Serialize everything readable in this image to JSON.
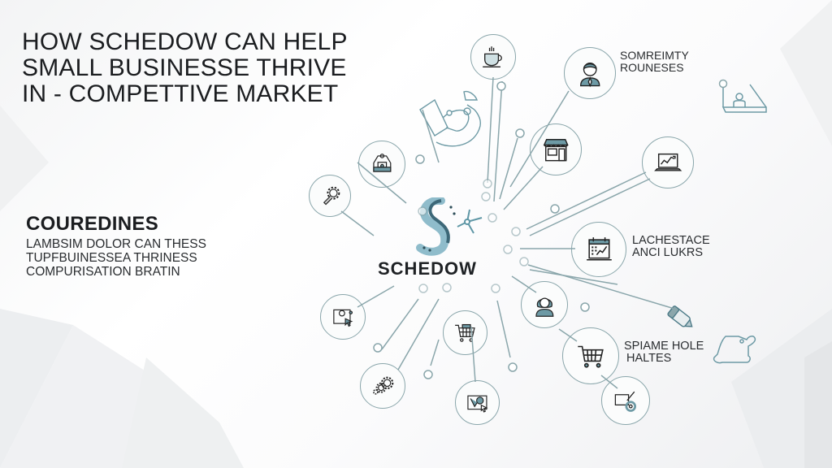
{
  "title": {
    "lines": [
      "HOW SCHEDOW CAN HELP",
      "SMALL BUSINESSE THRIVE",
      "IN - COMPETTIVE MARKET"
    ]
  },
  "section": {
    "heading": "COUREDINES",
    "body_lines": [
      "LAMBSIM DOLOR CAN THESS",
      "TUPFBUINESSEA THRINESS",
      "COMPURISATION BRATIN"
    ]
  },
  "brand": {
    "name": "SCHEDOW",
    "logo_icon": "stylized-s-network-logo",
    "accent_color": "#5f97a6"
  },
  "callouts": [
    {
      "id": "people",
      "lines": [
        "SOMREIMTY",
        "ROUNESES"
      ],
      "icon": "businessman-icon"
    },
    {
      "id": "schedule",
      "lines": [
        "LACHESTACE",
        "ANCI LUKRS"
      ],
      "icon": "calendar-chart-icon"
    },
    {
      "id": "shopping",
      "lines": [
        "SPIAME HOLE",
        "HALTES"
      ],
      "icon": "shopping-cart-icon"
    }
  ],
  "nodes": [
    {
      "name": "coffee-cup",
      "icon": "coffee-cup-icon"
    },
    {
      "name": "businessman",
      "icon": "businessman-icon"
    },
    {
      "name": "storefront",
      "icon": "storefront-icon"
    },
    {
      "name": "laptop-growth",
      "icon": "laptop-chart-icon"
    },
    {
      "name": "calendar-chart",
      "icon": "calendar-chart-icon"
    },
    {
      "name": "businesswoman",
      "icon": "businesswoman-icon"
    },
    {
      "name": "cart-right",
      "icon": "shopping-cart-icon"
    },
    {
      "name": "design-gear",
      "icon": "design-gear-icon"
    },
    {
      "name": "delivery-truck",
      "icon": "truck-icon"
    },
    {
      "name": "tool-gear",
      "icon": "wrench-gear-icon"
    },
    {
      "name": "web-click",
      "icon": "screen-pointer-icon"
    },
    {
      "name": "cart-center",
      "icon": "shopping-cart-icon"
    },
    {
      "name": "gears",
      "icon": "gears-icon"
    },
    {
      "name": "screen-graphics",
      "icon": "screen-graphics-icon"
    }
  ],
  "decorations": [
    "handshake-icon",
    "desk-lamp-worker-icon",
    "battery-icon",
    "glove-icon"
  ],
  "colors": {
    "line": "#8aa6ab",
    "icon_fill": "#6d9aa5",
    "text": "#1c1f22",
    "background": "#f6f7f8"
  }
}
